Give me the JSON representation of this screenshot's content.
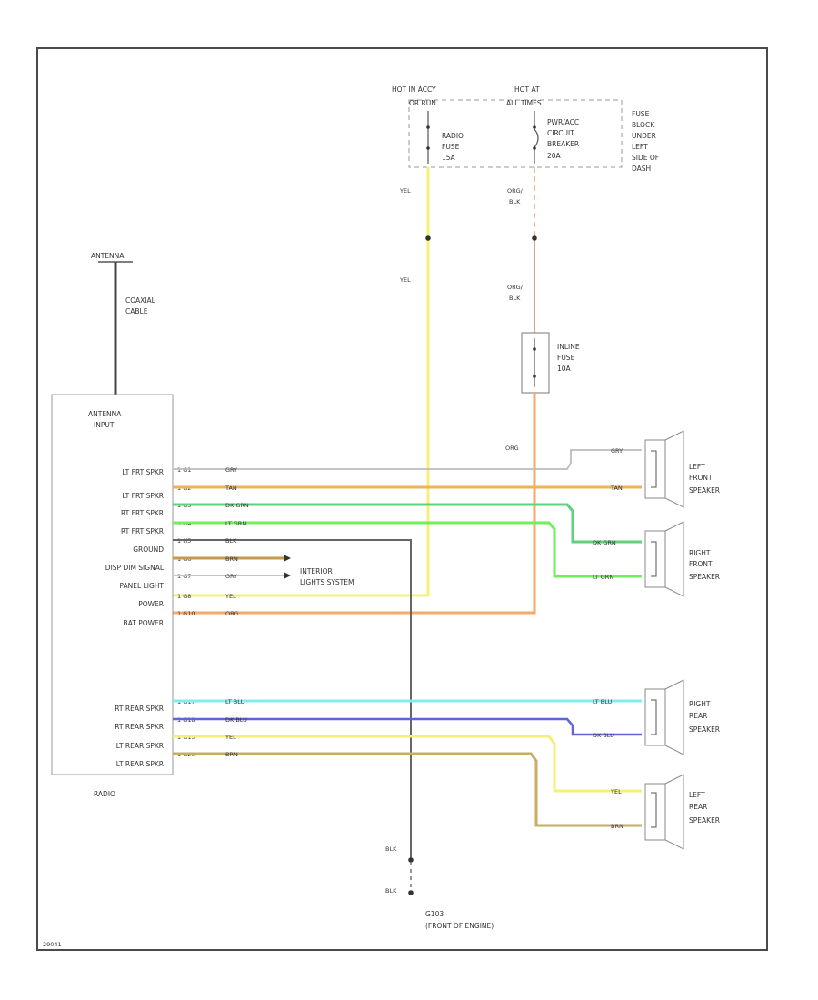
{
  "fuse_block": {
    "hot_left": "HOT IN ACCY",
    "hot_left_sub": "OR RUN",
    "hot_right": "HOT AT",
    "hot_right_sub": "ALL TIMES",
    "radio_fuse": [
      "RADIO",
      "FUSE",
      "15A"
    ],
    "pwr_acc": [
      "PWR/ACC",
      "CIRCUIT",
      "BREAKER",
      "20A"
    ],
    "location": [
      "FUSE",
      "BLOCK",
      "UNDER",
      "LEFT",
      "SIDE OF",
      "DASH"
    ]
  },
  "antenna": {
    "label": "ANTENNA",
    "cable": [
      "COAXIAL",
      "CABLE"
    ]
  },
  "radio": {
    "input_label": [
      "ANTENNA",
      "INPUT"
    ],
    "name": "RADIO",
    "pins": [
      {
        "label": "LT FRT SPKR",
        "circuit": "1 G1"
      },
      {
        "label": "LT FRT SPKR",
        "circuit": "1 G2"
      },
      {
        "label": "RT FRT SPKR",
        "circuit": "1 G3"
      },
      {
        "label": "RT FRT SPKR",
        "circuit": "1 G4"
      },
      {
        "label": "GROUND",
        "circuit": "1 H5"
      },
      {
        "label": "DISP DIM SIGNAL",
        "circuit": "1 G6"
      },
      {
        "label": "PANEL LIGHT",
        "circuit": "1 G7"
      },
      {
        "label": "POWER",
        "circuit": "1 G8"
      },
      {
        "label": "BAT POWER",
        "circuit": "1 G10"
      },
      {
        "label": "RT REAR SPKR",
        "circuit": "1 G17"
      },
      {
        "label": "RT REAR SPKR",
        "circuit": "1 G18"
      },
      {
        "label": "LT REAR SPKR",
        "circuit": "1 G19"
      },
      {
        "label": "LT REAR SPKR",
        "circuit": "1 G20"
      }
    ]
  },
  "wires": {
    "gry": "GRY",
    "tan": "TAN",
    "dk_grn": "DK GRN",
    "lt_grn": "LT GRN",
    "blk": "BLK",
    "brn": "BRN",
    "yel": "YEL",
    "org": "ORG",
    "org_blk": [
      "ORG/",
      "BLK"
    ],
    "lt_blu": "LT BLU",
    "dk_blu": "DK BLU"
  },
  "interior": [
    "INTERIOR",
    "LIGHTS SYSTEM"
  ],
  "inline_fuse": [
    "INLINE",
    "FUSE",
    "10A"
  ],
  "speakers": {
    "lf": [
      "LEFT",
      "FRONT",
      "SPEAKER"
    ],
    "rf": [
      "RIGHT",
      "FRONT",
      "SPEAKER"
    ],
    "rr": [
      "RIGHT",
      "REAR",
      "SPEAKER"
    ],
    "lr": [
      "LEFT",
      "REAR",
      "SPEAKER"
    ]
  },
  "ground": {
    "name": "G103",
    "note": "(FRONT OF ENGINE)"
  },
  "colors": {
    "yel": "#f5f07a",
    "org": "#f6a96b",
    "org_dash": "#f6b98a",
    "gry": "#bcbcbc",
    "tan": "#efb15e",
    "dk_grn": "#5fd27b",
    "lt_grn": "#72ee5c",
    "blk": "#666666",
    "brn": "#c49a4e",
    "lt_blu": "#84ecec",
    "dk_blu": "#5f64d6",
    "yel_r": "#f3ef78",
    "brn_r": "#c6ae64"
  },
  "diagram_id": "29041"
}
